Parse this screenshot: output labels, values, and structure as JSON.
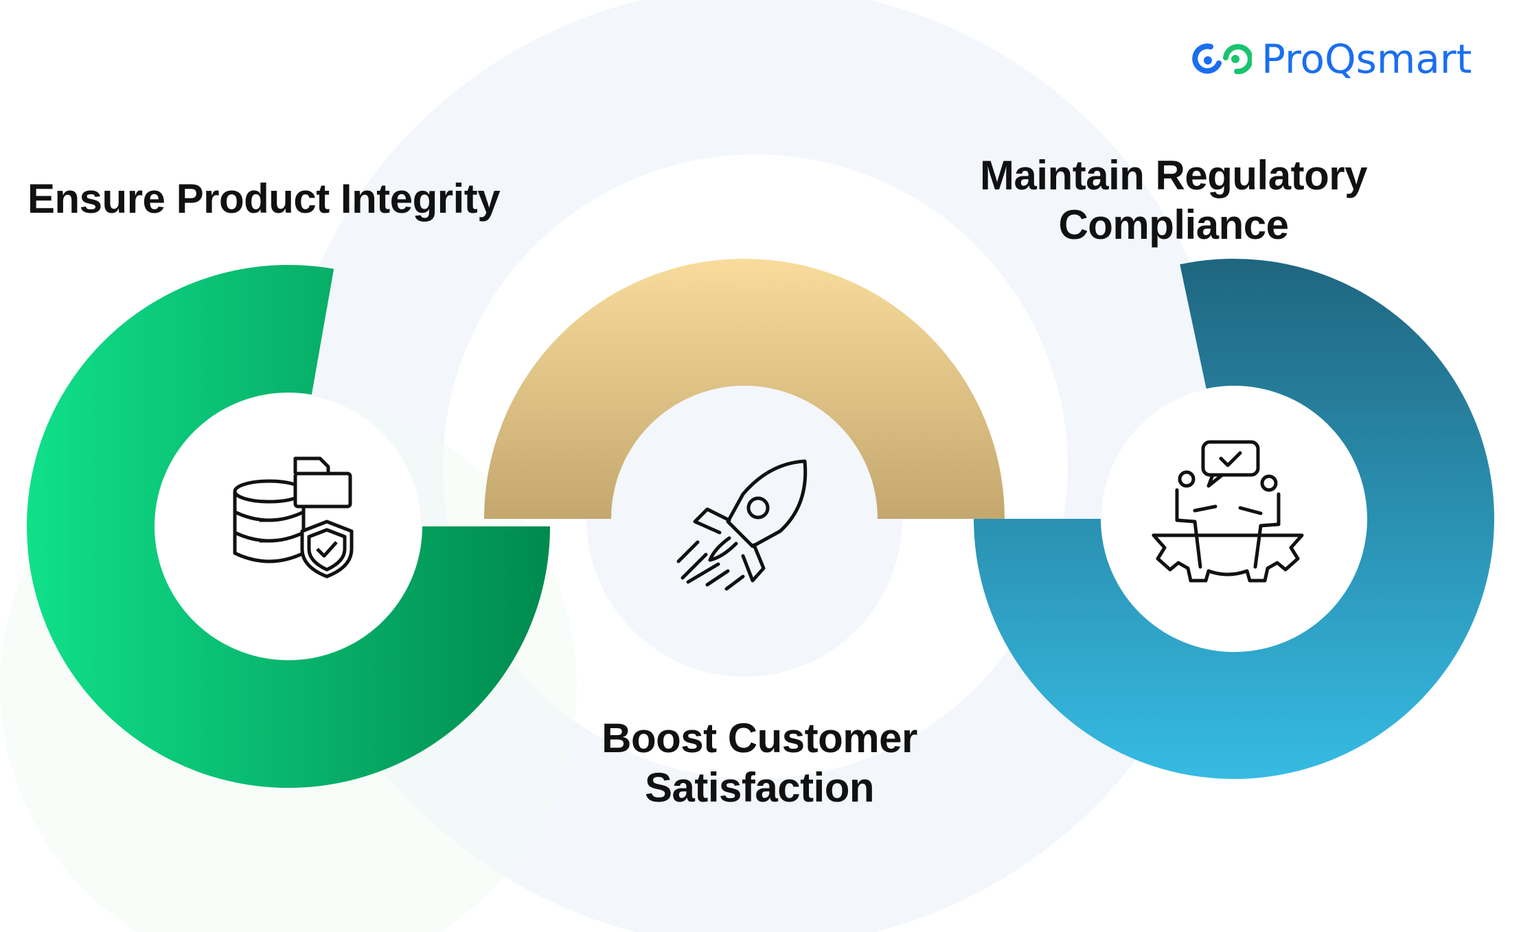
{
  "brand": {
    "name": "ProQsmart",
    "color": "#1a6ef0",
    "accent": "#19c46e"
  },
  "items": [
    {
      "title": "Ensure Product Integrity",
      "icon": "database-shield-icon",
      "color_start": "#10e08a",
      "color_end": "#008a4e"
    },
    {
      "title_line1": "Boost Customer",
      "title_line2": "Satisfaction",
      "icon": "rocket-icon",
      "color_start": "#f8dc9c",
      "color_end": "#c3a76e"
    },
    {
      "title_line1": "Maintain Regulatory",
      "title_line2": "Compliance",
      "icon": "meeting-gear-icon",
      "color_start": "#1f6680",
      "color_end": "#36bbe3"
    }
  ]
}
